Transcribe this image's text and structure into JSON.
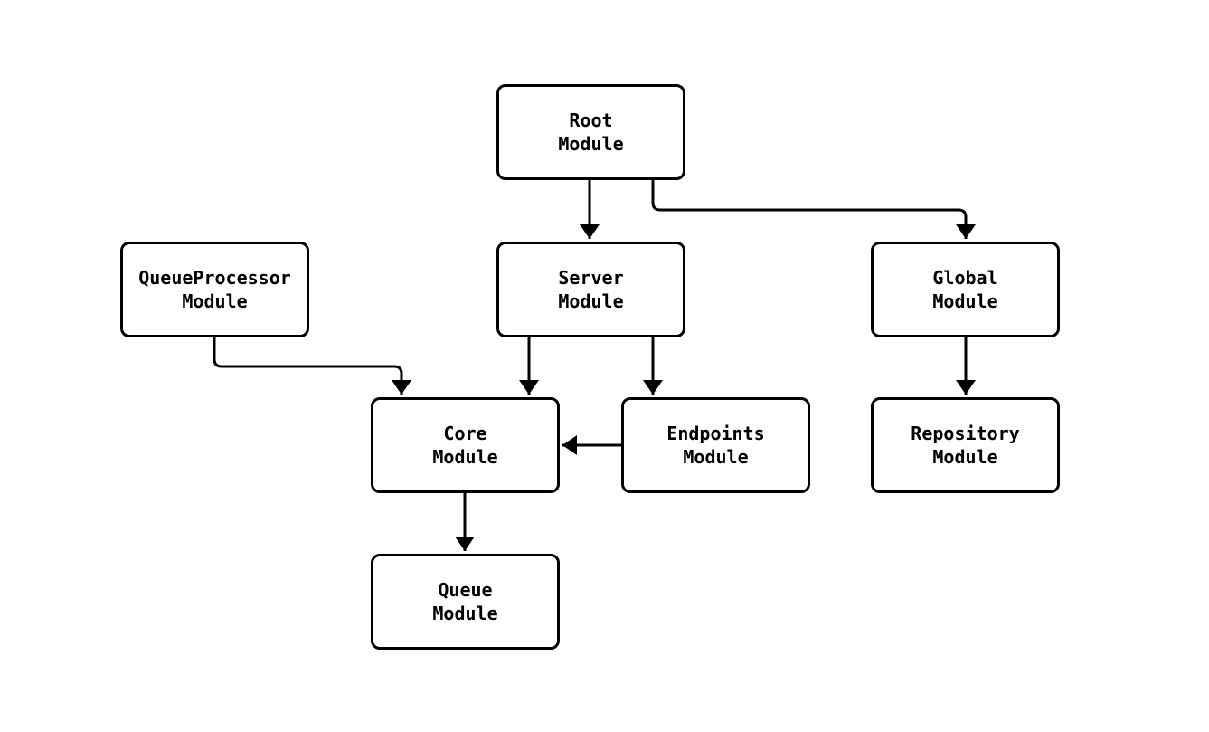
{
  "diagram": {
    "type": "module-dependency-graph",
    "colors": {
      "bg": "#ffffff",
      "line": "#000000",
      "node_fill": "#ffffff",
      "node_border": "#000000",
      "text": "#000000"
    },
    "nodes": [
      {
        "id": "root",
        "label": "Root\nModule"
      },
      {
        "id": "queueprocessor",
        "label": "QueueProcessor\nModule"
      },
      {
        "id": "server",
        "label": "Server\nModule"
      },
      {
        "id": "global",
        "label": "Global\nModule"
      },
      {
        "id": "core",
        "label": "Core\nModule"
      },
      {
        "id": "endpoints",
        "label": "Endpoints\nModule"
      },
      {
        "id": "repository",
        "label": "Repository\nModule"
      },
      {
        "id": "queue",
        "label": "Queue\nModule"
      }
    ],
    "edges": [
      {
        "from": "root",
        "to": "server"
      },
      {
        "from": "root",
        "to": "global"
      },
      {
        "from": "queueprocessor",
        "to": "core"
      },
      {
        "from": "server",
        "to": "core"
      },
      {
        "from": "server",
        "to": "endpoints"
      },
      {
        "from": "endpoints",
        "to": "core"
      },
      {
        "from": "global",
        "to": "repository"
      },
      {
        "from": "core",
        "to": "queue"
      }
    ]
  }
}
